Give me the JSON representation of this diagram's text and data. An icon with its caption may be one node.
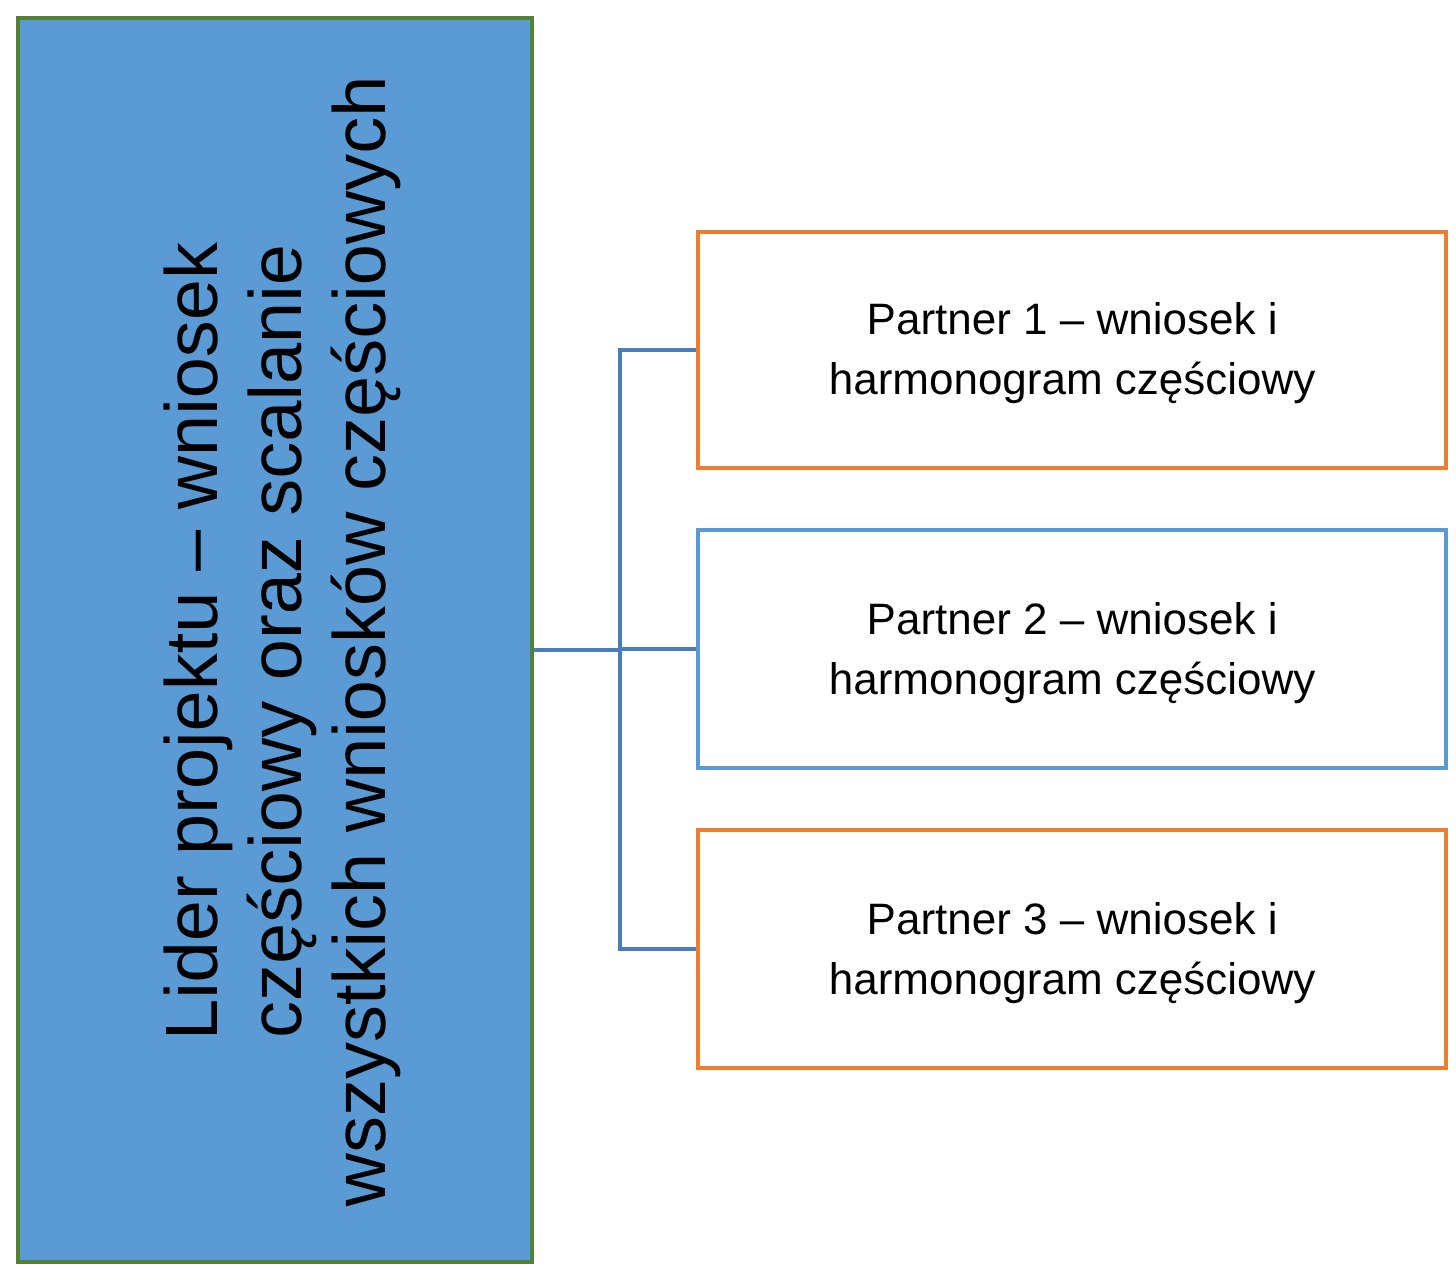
{
  "diagram": {
    "nodes": [
      {
        "text": [
          "Lider projektu – wniosek częściowy oraz scalanie wszystkich wniosków częściowych"
        ]
      },
      {
        "text": [
          "Partner 1 – wniosek i harmonogram częściowy"
        ]
      },
      {
        "text": [
          "Partner 2 – wniosek i harmonogram częściowy"
        ]
      },
      {
        "text": [
          "Partner 3 – wniosek i harmonogram częściowy"
        ]
      }
    ],
    "edges": [
      {
        "from": 0,
        "to": 1,
        "arrow": "none"
      },
      {
        "from": 0,
        "to": 2,
        "arrow": "none"
      },
      {
        "from": 0,
        "to": 3,
        "arrow": "none"
      }
    ]
  }
}
